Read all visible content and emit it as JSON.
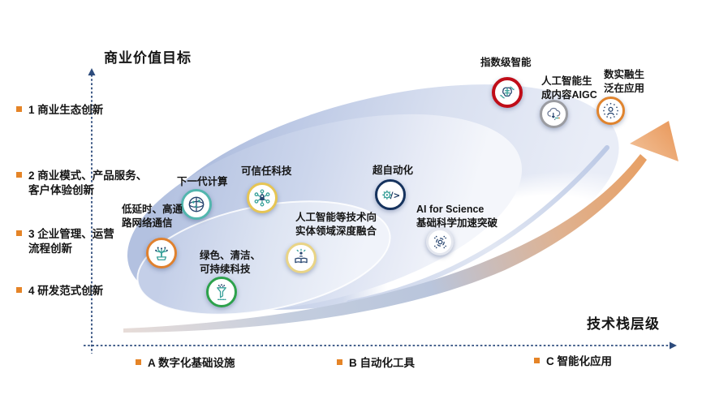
{
  "axes": {
    "y_title": "商业价值目标",
    "x_title": "技术栈层级",
    "y_items": [
      {
        "label": "1 商业生态创新"
      },
      {
        "label": "2 商业模式、产品服务、\n客户体验创新"
      },
      {
        "label": "3 企业管理、运营\n流程创新"
      },
      {
        "label": "4 研发范式创新"
      }
    ],
    "x_items": [
      {
        "label": "A 数字化基础设施"
      },
      {
        "label": "B 自动化工具"
      },
      {
        "label": "C 智能化应用"
      }
    ]
  },
  "technologies": [
    {
      "label": "下一代计算",
      "icon": "globe-compute-icon",
      "ring": "#53b6ae"
    },
    {
      "label": "可信任科技",
      "icon": "network-lock-icon",
      "ring": "#e6c554"
    },
    {
      "label": "低延时、高通\n路网络通信",
      "icon": "fiber-optic-icon",
      "ring": "#e0812e"
    },
    {
      "label": "绿色、清洁、\n可持续科技",
      "icon": "funnel-icon",
      "ring": "#2da24c"
    },
    {
      "label": "人工智能等技术向\n实体领域深度融合",
      "icon": "podium-person-icon",
      "ring": "#e9d486"
    },
    {
      "label": "超自动化",
      "icon": "gear-code-icon",
      "ring": "#16335e"
    },
    {
      "label": "AI for Science\n基础科学加速突破",
      "icon": "circuit-chip-icon",
      "ring": "#e4e7ef"
    },
    {
      "label": "指数级智能",
      "icon": "brain-circuit-icon",
      "ring": "#c00d18"
    },
    {
      "label": "人工智能生\n成内容AIGC",
      "icon": "cloud-gen-icon",
      "ring": "#9b9ca1"
    },
    {
      "label": "数实融生\n泛在应用",
      "icon": "person-network-icon",
      "ring": "#e0842e"
    }
  ],
  "colors": {
    "bullet": "#e58427",
    "axis": "#2d4b7c",
    "arrow_orange": "#e89f62",
    "ellipse_blue": "#a3b4d9"
  }
}
